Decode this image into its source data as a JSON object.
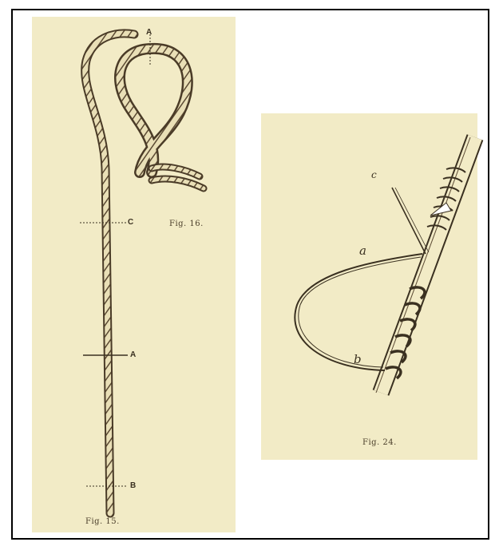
{
  "figures": {
    "fig15": {
      "caption": "Fig. 15.",
      "marks": [
        "C",
        "A",
        "B"
      ]
    },
    "fig16": {
      "caption": "Fig. 16.",
      "mark": "A"
    },
    "fig24": {
      "caption": "Fig. 24.",
      "labels": [
        "c",
        "a",
        "b"
      ]
    }
  }
}
